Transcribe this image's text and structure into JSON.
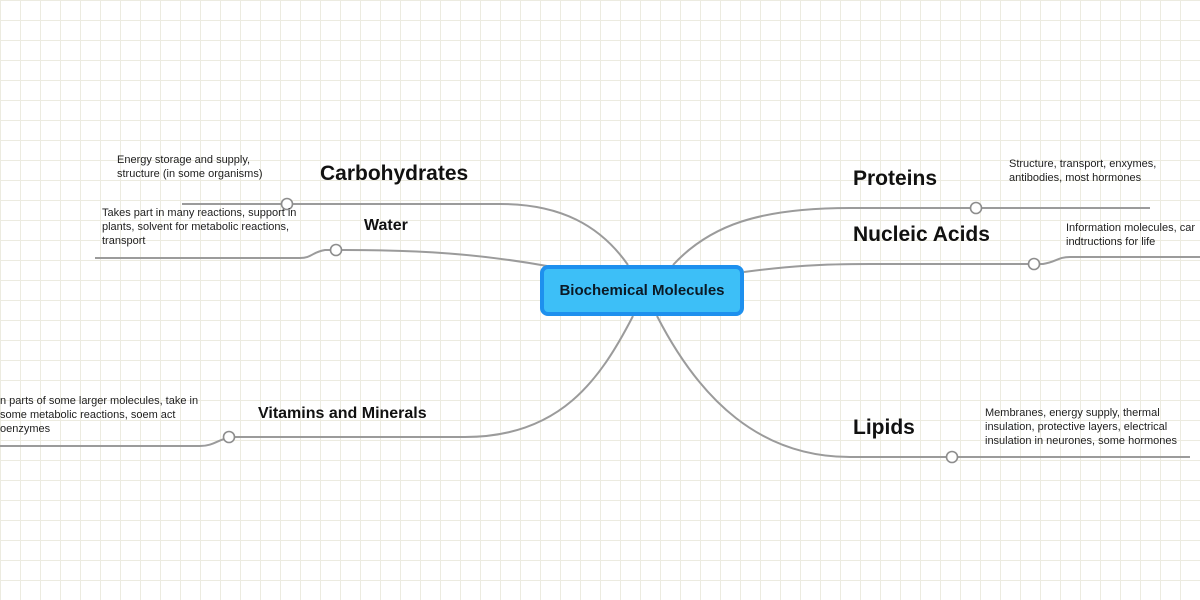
{
  "central_topic": "Biochemical Molecules",
  "branches": {
    "carbohydrates": {
      "title": "Carbohydrates",
      "note": "Energy storage and supply, structure (in some organisms)"
    },
    "water": {
      "title": "Water",
      "note": "Takes part in many reactions, support in plants, solvent for metabolic reactions, transport"
    },
    "vitamins": {
      "title": "Vitamins and Minerals",
      "note": "n parts of some larger molecules, take in some metabolic reactions, soem act oenzymes"
    },
    "proteins": {
      "title": "Proteins",
      "note": "Structure, transport, enxymes, antibodies, most hormones"
    },
    "nucleic": {
      "title": "Nucleic Acids",
      "note": "Information molecules, car indtructions for life"
    },
    "lipids": {
      "title": "Lipids",
      "note": "Membranes, energy supply, thermal insulation, protective layers, electrical insulation in neurones, some hormones"
    }
  },
  "colors": {
    "central_fill": "#3dbff7",
    "central_border": "#1e90ee",
    "connector": "#9b9b9b",
    "grid": "#ecebe0"
  }
}
